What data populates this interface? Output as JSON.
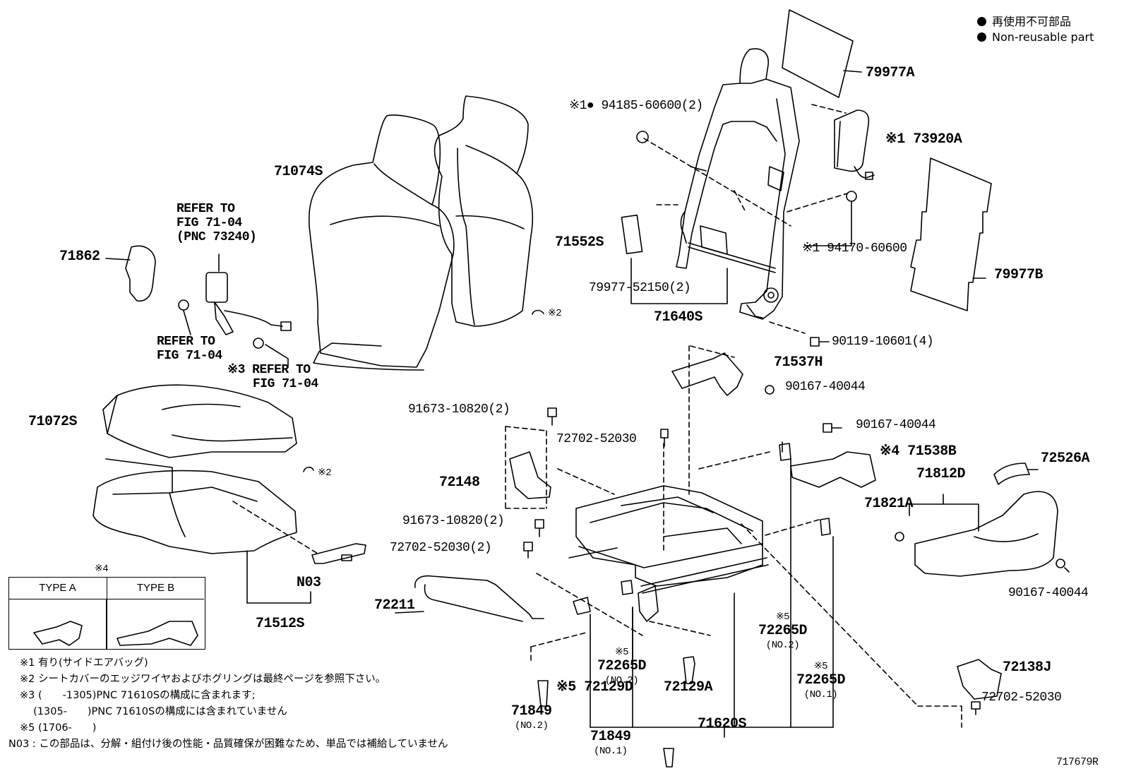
{
  "legend": {
    "jp": "再使用不可部品",
    "en": "Non-reusable part"
  },
  "type_table": {
    "note_mark": "※4",
    "col_a": "TYPE A",
    "col_b": "TYPE B"
  },
  "labels": {
    "p79977A": "79977A",
    "p94185": "※1● 94185-60600(2)",
    "p73920A": "※1 73920A",
    "p94170": "※1 94170-60600",
    "p79977B": "79977B",
    "p71074S": "71074S",
    "p71552S": "71552S",
    "p79977_52150": "79977-52150(2)",
    "p71640S": "71640S",
    "p90119": "90119-10601(4)",
    "refer1_l1": "REFER TO",
    "refer1_l2": "FIG 71-04",
    "refer1_l3": "(PNC 73240)",
    "p71862": "71862",
    "refer2_l1": "REFER TO",
    "refer2_l2": "FIG 71-04",
    "refer3_l1": "※3 REFER TO",
    "refer3_l2": "FIG 71-04",
    "note2a": "※2",
    "note2b": "※2",
    "p71072S": "71072S",
    "pN03": "N03",
    "p71512S": "71512S",
    "p71537H": "71537H",
    "p90167_a": "90167-40044",
    "p90167_b": "90167-40044",
    "p90167_c": "90167-40044",
    "p91673_a": "91673-10820(2)",
    "p91673_b": "91673-10820(2)",
    "p72702_a": "72702-52030",
    "p72702_b": "72702-52030(2)",
    "p72702_c": "72702-52030",
    "p72148": "72148",
    "p71538B": "※4 71538B",
    "p72526A": "72526A",
    "p71812D": "71812D",
    "p71821A": "71821A",
    "p72211": "72211",
    "p72265D_a": "※5",
    "p72265D_a2": "72265D",
    "p72265D_a3": "(NO.2)",
    "p72265D_b": "※5",
    "p72265D_b2": "72265D",
    "p72265D_b3": "(NO.2)",
    "p72265D_c": "※5",
    "p72265D_c2": "72265D",
    "p72265D_c3": "(NO.1)",
    "p72129D": "※5 72129D",
    "p72129A": "72129A",
    "p72138J": "72138J",
    "p71849_a": "71849",
    "p71849_a2": "(NO.2)",
    "p71849_b": "71849",
    "p71849_b2": "(NO.1)",
    "p71620S": "71620S",
    "fig_id": "717679R"
  },
  "notes": [
    "※1 有り(サイドエアバッグ)",
    "※2 シートカバーのエッジワイヤおよびホグリングは最終ページを参照下さい。",
    "※3 (　　-1305)PNC 71610Sの構成に含まれます;",
    "　 (1305-　　)PNC 71610Sの構成には含まれていません",
    "※5 (1706-　　)",
    "N03 : この部品は、分解・組付け後の性能・品質確保が困難なため、単品では補給していません"
  ]
}
